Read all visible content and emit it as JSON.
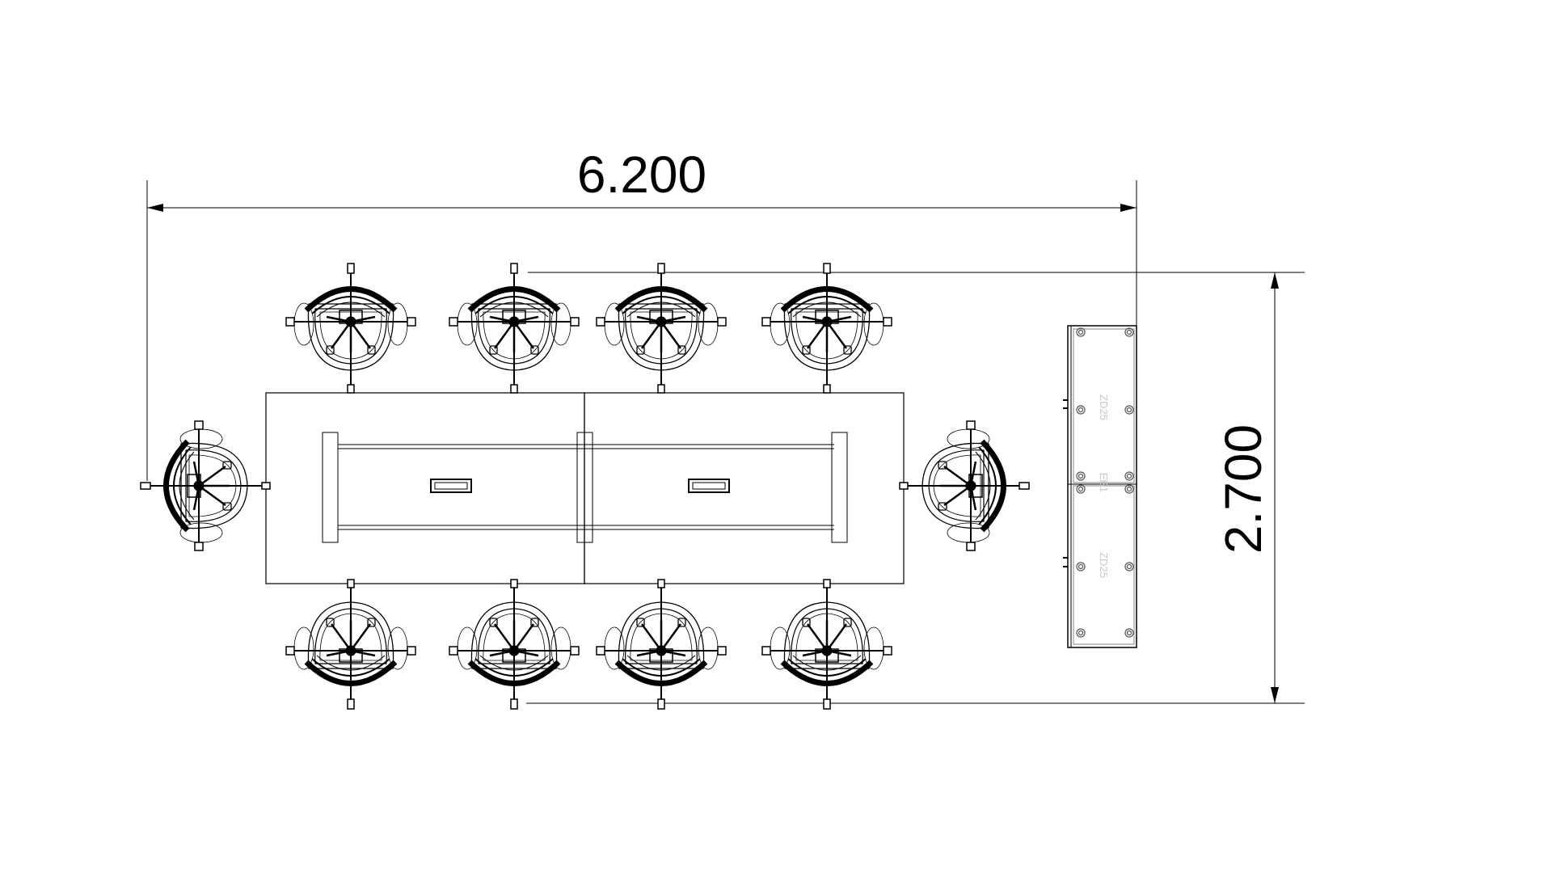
{
  "dimensions": {
    "width_label": "6.200",
    "depth_label": "2.700"
  },
  "cabinet": {
    "module_labels": [
      "ZD25",
      "ZD25"
    ],
    "joint_label": "EB1"
  },
  "colors": {
    "line": "#000000",
    "faint_text": "#c8c8c8"
  }
}
